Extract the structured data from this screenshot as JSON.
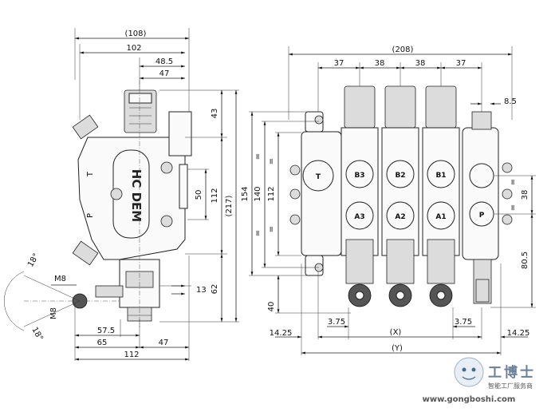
{
  "left_view": {
    "dims_top": [
      "(108)",
      "102",
      "48.5",
      "47"
    ],
    "dims_right": [
      "43",
      "50",
      "112",
      "(217)",
      "13",
      "62"
    ],
    "dims_bottom": [
      "57.5",
      "65",
      "47",
      "112"
    ],
    "thread_labels": [
      "M8",
      "M8"
    ],
    "angle_labels": [
      "18°",
      "18°"
    ],
    "port_labels": [
      "T",
      "P"
    ],
    "brand_text": "HC DEM"
  },
  "right_view": {
    "dims_top": [
      "(208)",
      "37",
      "38",
      "38",
      "37",
      "8.5"
    ],
    "dims_left": [
      "154",
      "140",
      "112",
      "40"
    ],
    "equal_marks": [
      "=",
      "=",
      "=",
      "="
    ],
    "dims_right": [
      "38",
      "80.5"
    ],
    "equal_marks_right": [
      "=",
      "="
    ],
    "dims_bottom": [
      "14.25",
      "3.75",
      "(X)",
      "3.75",
      "14.25",
      "(Y)"
    ],
    "port_labels": [
      "T",
      "B3",
      "B2",
      "B1",
      "A3",
      "A2",
      "A1",
      "P"
    ]
  },
  "watermark": {
    "name": "工博士",
    "subtitle": "智能工厂服务商",
    "url": "www.gongboshi.com"
  }
}
